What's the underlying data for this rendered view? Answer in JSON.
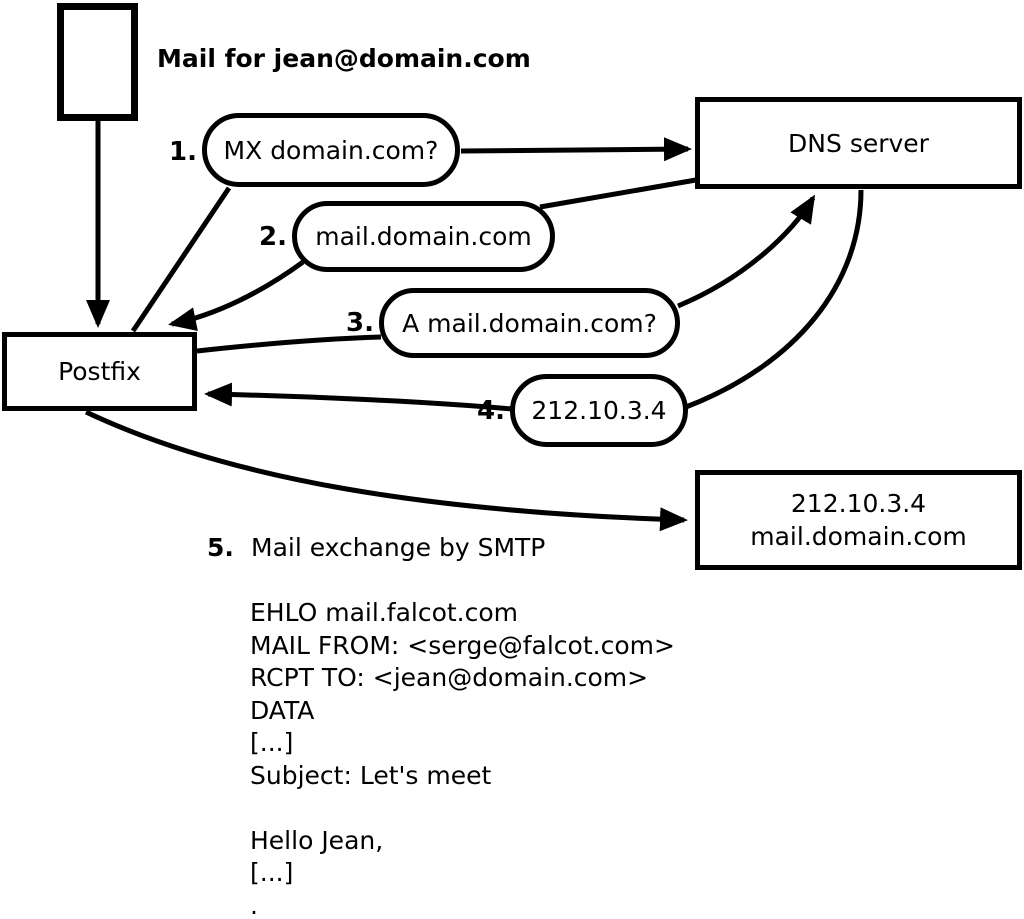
{
  "labels": {
    "mail_for": "Mail for jean@domain.com",
    "postfix": "Postfix",
    "dns_server": "DNS server",
    "mail_server_line1": "212.10.3.4",
    "mail_server_line2": "mail.domain.com"
  },
  "steps": [
    {
      "num": "1.",
      "label": "MX domain.com?"
    },
    {
      "num": "2.",
      "label": "mail.domain.com"
    },
    {
      "num": "3.",
      "label": "A mail.domain.com?"
    },
    {
      "num": "4.",
      "label": "212.10.3.4"
    },
    {
      "num": "5.",
      "label": "Mail exchange by SMTP"
    }
  ],
  "smtp_lines": [
    "EHLO mail.falcot.com",
    "MAIL FROM: <serge@falcot.com>",
    "RCPT TO: <jean@domain.com>",
    "DATA",
    "[...]",
    "Subject: Let's meet",
    "",
    "Hello Jean,",
    "[...]",
    "."
  ],
  "colors": {
    "line": "#000000",
    "background": "#ffffff",
    "box_fill": "#ffffff"
  }
}
